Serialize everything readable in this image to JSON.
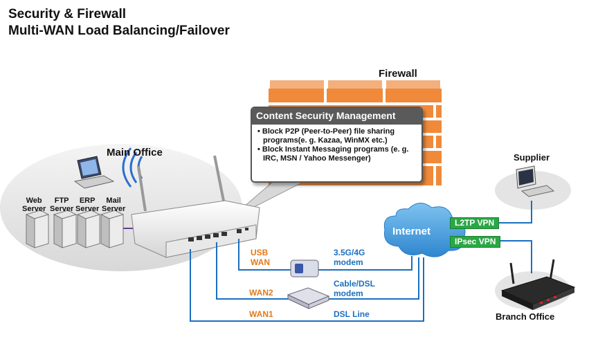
{
  "title": {
    "line1": "Security & Firewall",
    "line2": "Multi-WAN Load Balancing/Failover"
  },
  "labels": {
    "firewall": "Firewall",
    "main_office": "Main Office",
    "supplier": "Supplier",
    "branch_office": "Branch Office",
    "internet": "Internet"
  },
  "servers": [
    {
      "line1": "Web",
      "line2": "Server"
    },
    {
      "line1": "FTP",
      "line2": "Server"
    },
    {
      "line1": "ERP",
      "line2": "Server"
    },
    {
      "line1": "Mail",
      "line2": "Server"
    }
  ],
  "content_security": {
    "header": "Content Security Management",
    "items": [
      "Block P2P (Peer-to-Peer) file sharing programs(e. g. Kazaa, WinMX etc.)",
      "Block Instant Messaging programs (e. g. IRC, MSN / Yahoo Messenger)"
    ]
  },
  "wan": {
    "usb_line1": "USB",
    "usb_line2": "WAN",
    "wan2": "WAN2",
    "wan1": "WAN1"
  },
  "modems": {
    "m3g_line1": "3.5G/4G",
    "m3g_line2": "modem",
    "cable_line1": "Cable/DSL",
    "cable_line2": "modem",
    "dsl": "DSL Line"
  },
  "vpn": {
    "l2tp": "L2TP VPN",
    "ipsec": "IPsec VPN"
  },
  "colors": {
    "wan_line": "#1a6fc0",
    "wan_label": "#e07a1a",
    "vpn_green": "#2aa845",
    "firewall_brick": "#e8732a"
  }
}
